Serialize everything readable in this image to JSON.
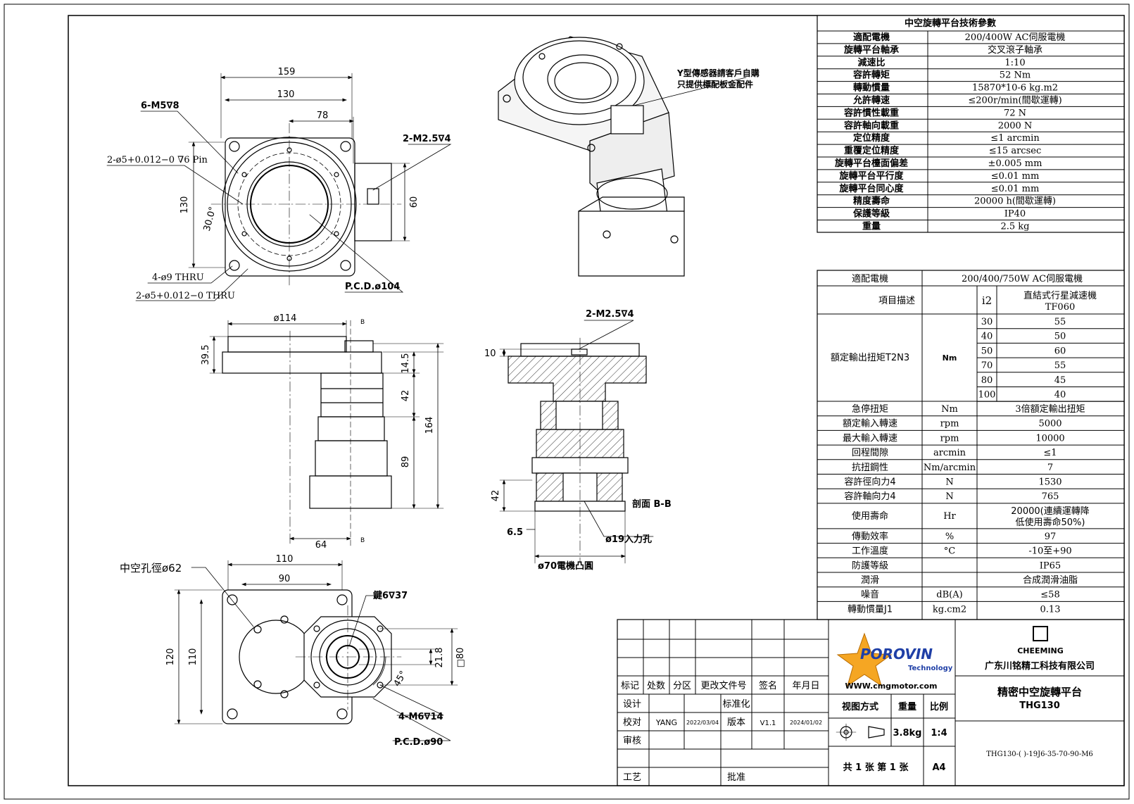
{
  "dimensions": {
    "top": {
      "w159": "159",
      "w130": "130",
      "w78": "78",
      "h130": "130",
      "h60": "60",
      "angle30": "30.0°",
      "m5": "6-M5∇8",
      "m25": "2-M2.5∇4",
      "pin": "2-ø5+0.012−0 ∇6 Pin",
      "thru9": "4-ø9 THRU",
      "thru5": "2-ø5+0.012−0 THRU",
      "pcd104": "P.C.D.ø104"
    },
    "side": {
      "d114": "ø114",
      "h395": "39.5",
      "h145": "14.5",
      "h42": "42",
      "h164": "164",
      "h89": "89",
      "w64": "64",
      "b1": "B",
      "b2": "B"
    },
    "section": {
      "m25": "2-M2.5∇4",
      "h10": "10",
      "h42": "42",
      "w65": "6.5",
      "d19": "ø19入力孔",
      "d70": "ø70電機凸圓",
      "title": "剖面 B-B"
    },
    "bottom": {
      "hollow": "中空孔徑ø62",
      "w110": "110",
      "w90": "90",
      "h120": "120",
      "h110": "110",
      "key": "鍵6∇37",
      "h218": "21.8",
      "sq80": "□80",
      "ang45": "45°",
      "m6": "4-M6∇14",
      "pcd90": "P.C.D.ø90"
    }
  },
  "note": {
    "line1": "Y型傳感器請客戶自購",
    "line2": "只提供標配板金配件"
  },
  "spec_table": {
    "title": "中空旋轉平台技術參數",
    "rows": [
      {
        "k": "適配電機",
        "v": "200/400W AC伺服電機"
      },
      {
        "k": "旋轉平台軸承",
        "v": "交叉滾子軸承"
      },
      {
        "k": "減速比",
        "v": "1:10"
      },
      {
        "k": "容許轉矩",
        "v": "52 Nm"
      },
      {
        "k": "轉動慣量",
        "v": "15870*10-6 kg.m2"
      },
      {
        "k": "允許轉速",
        "v": "≤200r/min(間歇運轉)"
      },
      {
        "k": "容許慣性載重",
        "v": "72 N"
      },
      {
        "k": "容許軸向載重",
        "v": "2000 N"
      },
      {
        "k": "定位精度",
        "v": "≤1 arcmin"
      },
      {
        "k": "重覆定位精度",
        "v": "≤15 arcsec"
      },
      {
        "k": "旋轉平台檯面偏差",
        "v": "±0.005 mm"
      },
      {
        "k": "旋轉平台平行度",
        "v": "≤0.01 mm"
      },
      {
        "k": "旋轉平台同心度",
        "v": "≤0.01 mm"
      },
      {
        "k": "精度壽命",
        "v": "20000 h(間歇運轉)"
      },
      {
        "k": "保護等級",
        "v": "IP40"
      },
      {
        "k": "重量",
        "v": "2.5 kg"
      }
    ]
  },
  "reducer_table": {
    "motor_label": "適配電機",
    "motor_value": "200/400/750W AC伺服電機",
    "item_label": "項目描述",
    "ratio_label": "i2",
    "model_label": "直結式行星減速機",
    "model_value": "TF060",
    "torque_label": "額定輸出扭矩T2N3",
    "torque_unit": "Nm",
    "ratios": [
      {
        "i": "30",
        "v": "55"
      },
      {
        "i": "40",
        "v": "50"
      },
      {
        "i": "50",
        "v": "60"
      },
      {
        "i": "70",
        "v": "55"
      },
      {
        "i": "80",
        "v": "45"
      },
      {
        "i": "100",
        "v": "40"
      }
    ],
    "rows": [
      {
        "k": "急停扭矩",
        "u": "Nm",
        "v": "3倍額定輸出扭矩"
      },
      {
        "k": "額定輸入轉速",
        "u": "rpm",
        "v": "5000"
      },
      {
        "k": "最大輸入轉速",
        "u": "rpm",
        "v": "10000"
      },
      {
        "k": "回程間隙",
        "u": "arcmin",
        "v": "≤1"
      },
      {
        "k": "抗扭鋼性",
        "u": "Nm/arcmin",
        "v": "7"
      },
      {
        "k": "容許徑向力4",
        "u": "N",
        "v": "1530"
      },
      {
        "k": "容許軸向力4",
        "u": "N",
        "v": "765"
      },
      {
        "k": "使用壽命",
        "u": "Hr",
        "v": "20000(連續運轉降",
        "v2": "低使用壽命50%)"
      },
      {
        "k": "傳動效率",
        "u": "%",
        "v": "97"
      },
      {
        "k": "工作溫度",
        "u": "°C",
        "v": "-10至+90"
      },
      {
        "k": "防護等級",
        "u": "",
        "v": "IP65"
      },
      {
        "k": "潤滑",
        "u": "",
        "v": "合成潤滑油脂"
      },
      {
        "k": "噪音",
        "u": "dB(A)",
        "v": "≤58"
      },
      {
        "k": "轉動慣量J1",
        "u": "kg.cm2",
        "v": "0.13"
      }
    ]
  },
  "title_block": {
    "labels": {
      "mark": "标记",
      "count": "处数",
      "zone": "分区",
      "doc": "更改文件号",
      "sign": "签名",
      "date": "年月日",
      "design": "设计",
      "std": "标准化",
      "check": "校对",
      "version": "版本",
      "review": "审核",
      "craft": "工艺",
      "approve": "批准",
      "view": "视图方式",
      "weight": "重量",
      "scale": "比例"
    },
    "checker": "YANG",
    "check_date": "2022/03/04",
    "version": "V1.1",
    "version_date": "2024/01/02",
    "weight": "3.8kg",
    "scale": "1:4",
    "sheets": "共 1 张 第 1 张",
    "paper": "A4",
    "brand": "POROVIN",
    "brand_sub": "Technology",
    "website": "WWW.cmgmotor.com",
    "company_logo": "CHEEMING",
    "company": "广东川铭精工科技有限公司",
    "product": "精密中空旋轉平台",
    "model": "THG130",
    "part": "THG130-(   )-19J6-35-70-90-M6"
  }
}
